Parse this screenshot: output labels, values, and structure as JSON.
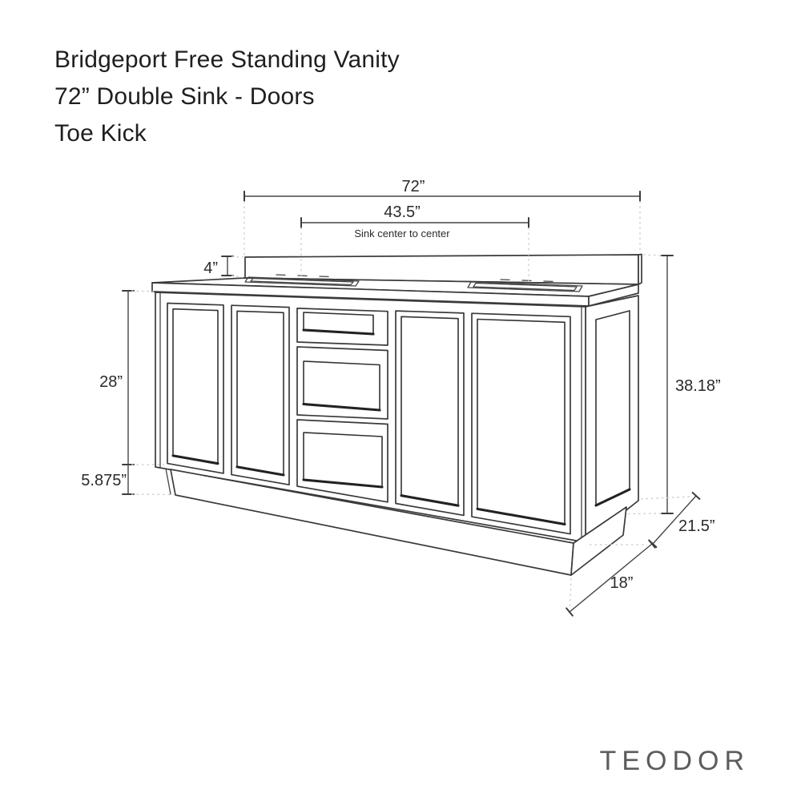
{
  "title": {
    "line1": "Bridgeport Free Standing Vanity",
    "line2": "72” Double Sink - Doors",
    "line3": "Toe Kick"
  },
  "dimensions": {
    "overall_width": "72”",
    "sink_center_to_center": "43.5”",
    "sink_note": "Sink center to center",
    "backsplash_height": "4”",
    "cabinet_door_height": "28”",
    "toe_kick_height": "5.875”",
    "overall_height": "38.18”",
    "cabinet_depth": "21.5”",
    "toe_kick_depth": "18”"
  },
  "brand": "TEODOR",
  "colors": {
    "line": "#3a3a3a",
    "extension_line": "#cbcbcb",
    "text": "#2a2a2a",
    "brand_text": "#5c5c5c",
    "background": "#ffffff"
  }
}
